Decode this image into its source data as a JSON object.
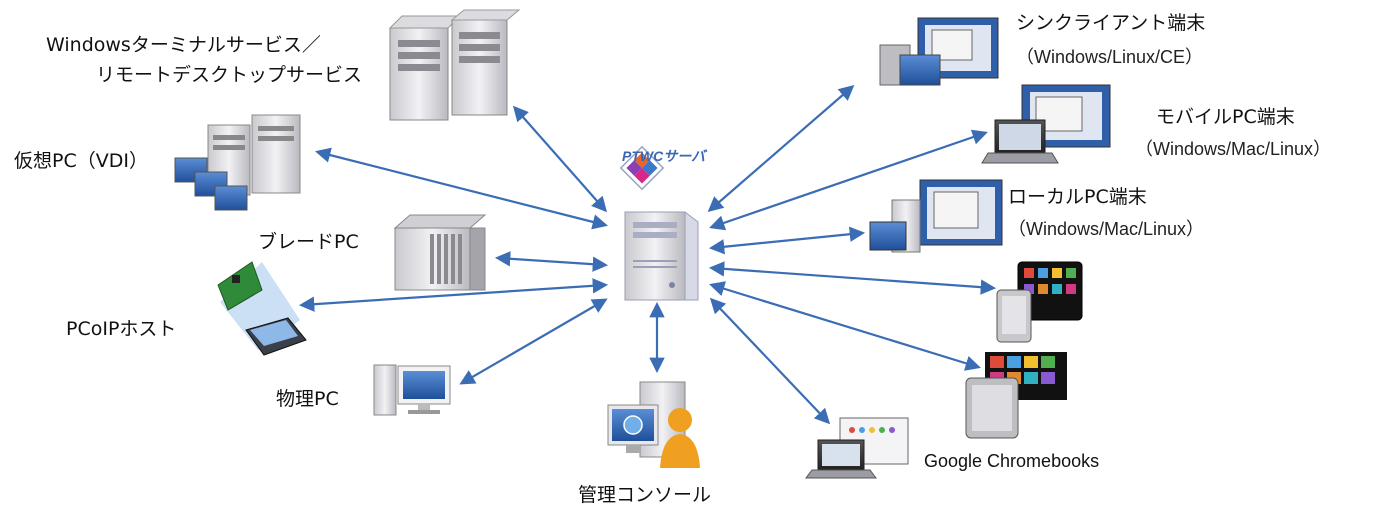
{
  "center": {
    "label": "PTWCサーバ"
  },
  "left_nodes": {
    "terminal_services": {
      "line1": "Windowsターミナルサービス／",
      "line2": "リモートデスクトップサービス"
    },
    "vdi": {
      "label": "仮想PC（VDI）"
    },
    "blade": {
      "label": "ブレードPC"
    },
    "pcoip": {
      "label": "PCoIPホスト"
    },
    "physical": {
      "label": "物理PC"
    }
  },
  "bottom_node": {
    "label": "管理コンソール"
  },
  "right_nodes": {
    "thin_client": {
      "title": "シンクライアント端末",
      "sub": "（Windows/Linux/CE）"
    },
    "mobile_pc": {
      "title": "モバイルPC端末",
      "sub": "（Windows/Mac/Linux）"
    },
    "local_pc": {
      "title": "ローカルPC端末",
      "sub": "（Windows/Mac/Linux）"
    },
    "chromebook": {
      "label": "Google Chromebooks"
    }
  },
  "colors": {
    "arrow": "#3b6db5",
    "server_body": "#e6e6ea",
    "screen_blue": "#2f5fa8",
    "person": "#f0a020"
  }
}
